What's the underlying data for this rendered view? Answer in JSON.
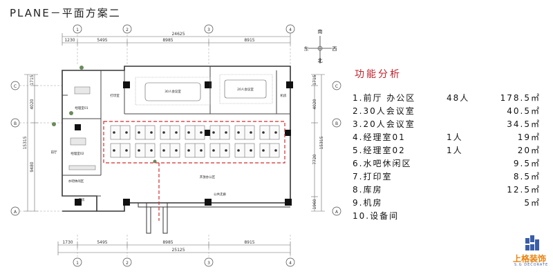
{
  "title": "PLANE－平面方案二",
  "compass": {
    "north": "南",
    "south": "北",
    "east": "东",
    "west": "西"
  },
  "dims_top": {
    "total": "24625",
    "segments": [
      "1230",
      "5495",
      "8985",
      "8915"
    ]
  },
  "dims_bottom": {
    "total": "25125",
    "segments": [
      "1730",
      "5495",
      "8985",
      "8915"
    ]
  },
  "dims_left": {
    "total": "15315",
    "segments": [
      "1715",
      "4020",
      "9480"
    ]
  },
  "dims_right": {
    "total": "15315",
    "segments": [
      "1715",
      "4020",
      "7720",
      "1960"
    ]
  },
  "axes_cols": [
    "1",
    "2",
    "3",
    "4"
  ],
  "axes_rows": [
    "C",
    "B",
    "A"
  ],
  "rooms": {
    "reception": "前厅",
    "office": "开放办公区",
    "meeting30": "30人会议室",
    "meeting20": "20人会议室",
    "manager1": "经理室01",
    "manager2": "经理室02",
    "pantry": "水吧休闲区",
    "print": "打印室",
    "storage": "库房",
    "server": "机房",
    "corridor": "公共走廊",
    "equipment": "设备间"
  },
  "func": {
    "title": "功能分析",
    "items": [
      {
        "name": "1.前厅 办公区",
        "people": "48人",
        "area": "178.5㎡"
      },
      {
        "name": "2.30人会议室",
        "people": "",
        "area": "40.5㎡"
      },
      {
        "name": "3.20人会议室",
        "people": "",
        "area": "34.5㎡"
      },
      {
        "name": "4.经理室01",
        "people": "1人",
        "area": "19㎡"
      },
      {
        "name": "5.经理室02",
        "people": "1人",
        "area": "20㎡"
      },
      {
        "name": "6.水吧休闲区",
        "people": "",
        "area": "9.5㎡"
      },
      {
        "name": "7.打印室",
        "people": "",
        "area": "8.5㎡"
      },
      {
        "name": "8.库房",
        "people": "",
        "area": "12.5㎡"
      },
      {
        "name": "9.机房",
        "people": "",
        "area": "5㎡"
      },
      {
        "name": "10.设备间",
        "people": "",
        "area": ""
      }
    ]
  },
  "logo": {
    "name": "上格装饰",
    "sub": "S.G DECORATE"
  },
  "colors": {
    "wall": "#333333",
    "accent": "#c0202a",
    "dashed": "#d42a2a",
    "logo_orange": "#e8820e",
    "logo_blue": "#3a5da8"
  }
}
